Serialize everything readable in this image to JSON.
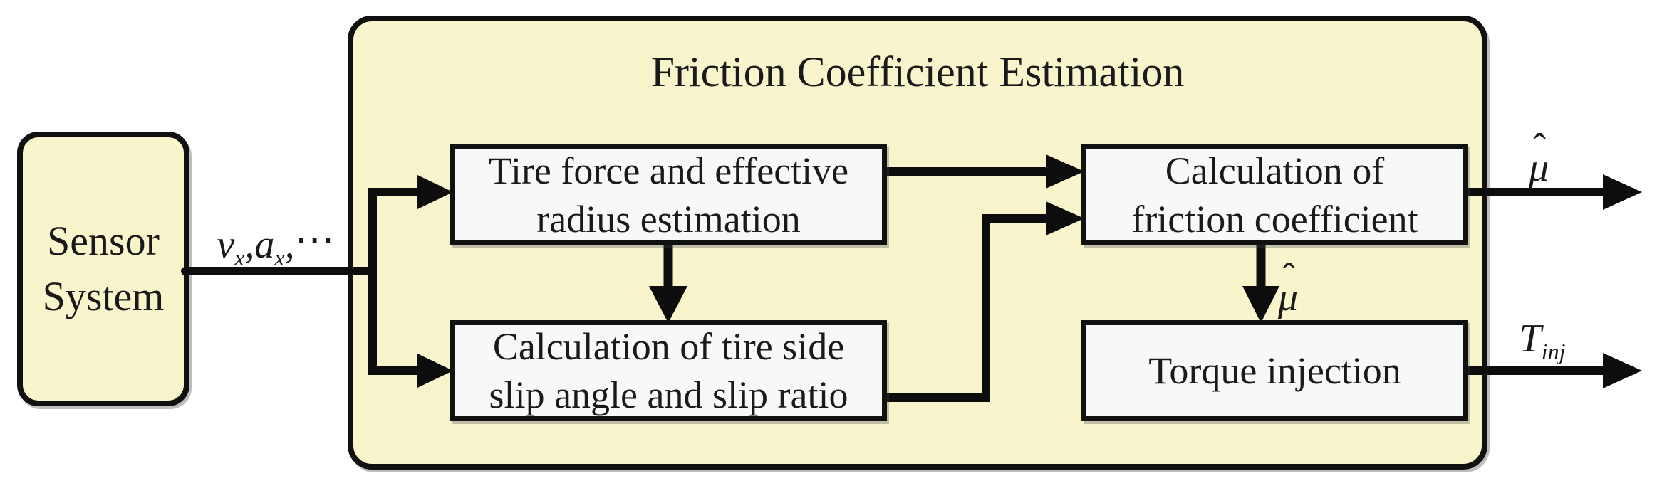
{
  "colors": {
    "panel_fill": "#F8F5CD",
    "block_fill": "#F8F8F8",
    "line_color": "#0D0D0D",
    "border_color": "#111111",
    "text_color": "#1A1A1A"
  },
  "sensor_box": {
    "line1": "Sensor",
    "line2": "System"
  },
  "panel": {
    "title": "Friction Coefficient Estimation"
  },
  "blocks": {
    "tire_force": {
      "line1": "Tire force and effective",
      "line2": "radius estimation"
    },
    "slip_calc": {
      "line1": "Calculation of tire side",
      "line2": "slip angle and slip ratio"
    },
    "friction_calc": {
      "line1": "Calculation of",
      "line2": "friction coefficient"
    },
    "torque_injection": {
      "label": "Torque injection"
    }
  },
  "labels": {
    "sensor_signals": {
      "v_base": "v",
      "v_sub": "x",
      "comma1": ",",
      "a_base": "a",
      "a_sub": "x",
      "comma2": ",",
      "dots": "⋯"
    },
    "mu_internal": {
      "hat": "ˆ",
      "base": "μ"
    },
    "mu_output": {
      "hat": "ˆ",
      "base": "μ"
    },
    "torque_output": {
      "base": "T",
      "sub": "inj"
    }
  }
}
